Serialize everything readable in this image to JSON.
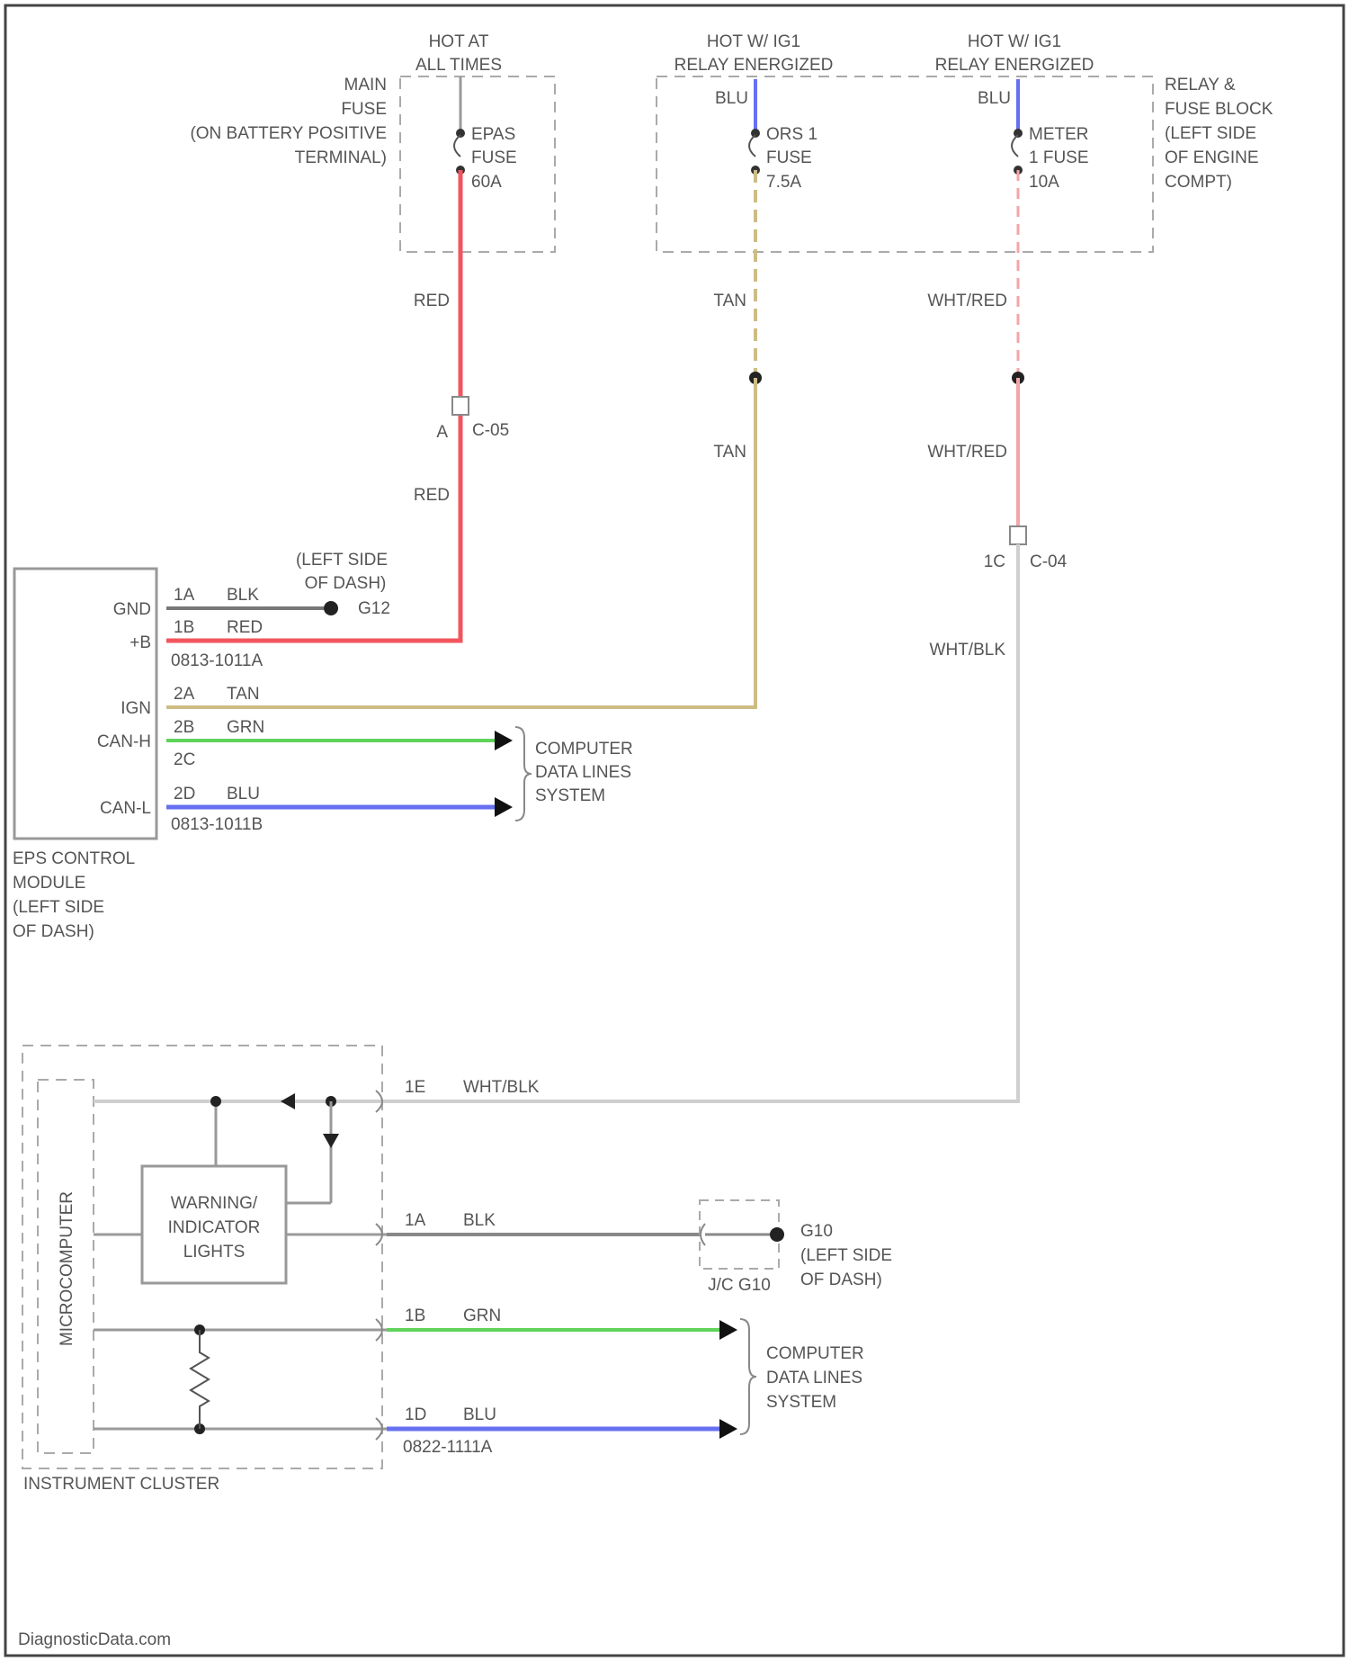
{
  "supply": {
    "hot_at_all_times": [
      "HOT AT",
      "ALL TIMES"
    ],
    "hot_relay_a": [
      "HOT W/ IG1",
      "RELAY ENERGIZED"
    ],
    "hot_relay_b": [
      "HOT W/ IG1",
      "RELAY ENERGIZED"
    ],
    "main_fuse": [
      "MAIN",
      "FUSE",
      "(ON BATTERY POSITIVE",
      "TERMINAL)"
    ],
    "relay_block": [
      "RELAY &",
      "FUSE BLOCK",
      "(LEFT SIDE",
      "OF ENGINE",
      "COMPT)"
    ],
    "fuse_epas": [
      "EPAS",
      "FUSE",
      "60A"
    ],
    "fuse_ors": [
      "ORS 1",
      "FUSE",
      "7.5A"
    ],
    "fuse_meter": [
      "METER",
      "1 FUSE",
      "10A"
    ],
    "wire_blu_a": "BLU",
    "wire_blu_b": "BLU"
  },
  "wires": {
    "red_upper": "RED",
    "red_lower": "RED",
    "tan_upper": "TAN",
    "tan_lower": "TAN",
    "wht_red_upper": "WHT/RED",
    "wht_red_lower": "WHT/RED",
    "wht_blk": "WHT/BLK",
    "connector_c05_pin": "A",
    "connector_c05": "C-05",
    "connector_c04_pin": "1C",
    "connector_c04": "C-04"
  },
  "eps_module": {
    "pins": [
      "GND",
      "+B",
      "IGN",
      "CAN-H",
      "CAN-L"
    ],
    "pin_1a": "1A",
    "wire_1a": "BLK",
    "pin_1b": "1B",
    "wire_1b": "RED",
    "connector_1": "0813-1011A",
    "pin_2a": "2A",
    "wire_2a": "TAN",
    "pin_2b": "2B",
    "wire_2b": "GRN",
    "pin_2c": "2C",
    "pin_2d": "2D",
    "wire_2d": "BLU",
    "connector_2": "0813-1011B",
    "ground_location": [
      "(LEFT SIDE",
      "OF DASH)"
    ],
    "ground_id": "G12",
    "can_dest": [
      "COMPUTER",
      "DATA LINES",
      "SYSTEM"
    ],
    "label": [
      "EPS CONTROL",
      "MODULE",
      "(LEFT SIDE",
      "OF DASH)"
    ]
  },
  "cluster": {
    "microcomputer": "MICROCOMPUTER",
    "warning_block": [
      "WARNING/",
      "INDICATOR",
      "LIGHTS"
    ],
    "pin_1e": "1E",
    "wire_1e": "WHT/BLK",
    "pin_1a": "1A",
    "wire_1a": "BLK",
    "pin_1b": "1B",
    "wire_1b": "GRN",
    "pin_1d": "1D",
    "wire_1d": "BLU",
    "connector": "0822-1111A",
    "jc": "J/C G10",
    "ground_id": "G10",
    "ground_location": [
      "(LEFT SIDE",
      "OF DASH)"
    ],
    "can_dest": [
      "COMPUTER",
      "DATA LINES",
      "SYSTEM"
    ],
    "label": "INSTRUMENT CLUSTER"
  },
  "footer": {
    "watermark": "DiagnosticData.com"
  },
  "colors": {
    "red": "#f2555e",
    "tan": "#cdbd84",
    "green": "#5fd35a",
    "blue": "#6670f0",
    "pink": "#f4a5a8",
    "grey": "#9a9a9a",
    "dark": "#333333"
  }
}
